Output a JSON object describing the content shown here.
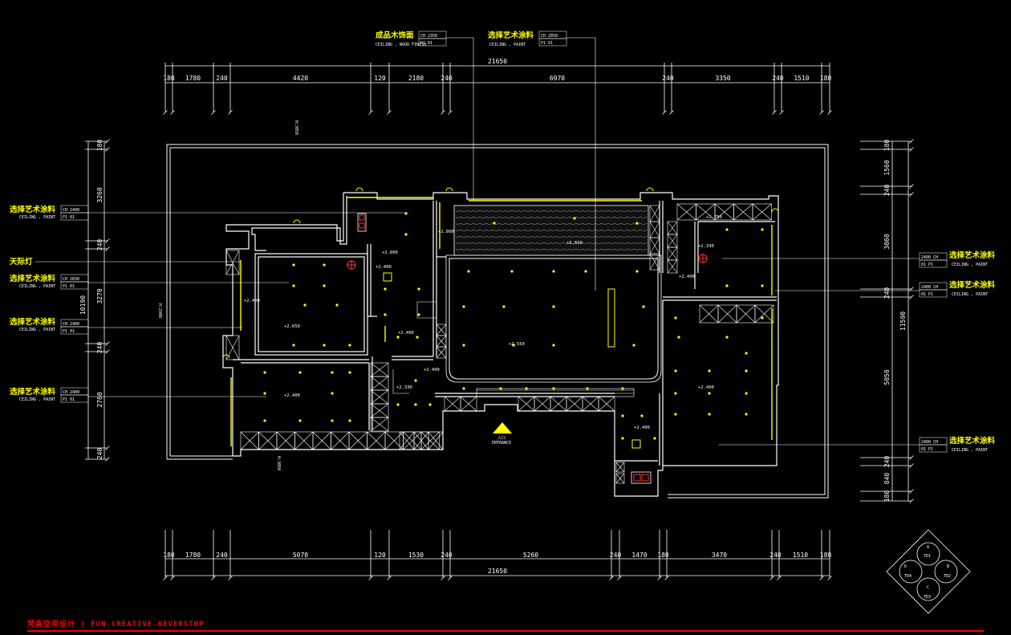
{
  "drawing": {
    "colors": {
      "background": "#000000",
      "wall": "#ffffff",
      "accent": "#ffff00",
      "leader": "#ffffff",
      "brand": "#ff0000",
      "marker": "#ff3030"
    },
    "top_dims": [
      "180",
      "1780",
      "240",
      "4420",
      "120",
      "2180",
      "240",
      "6970",
      "240",
      "3350",
      "240",
      "1510",
      "180"
    ],
    "top_total": "21650",
    "bottom_dims": [
      "180",
      "1780",
      "240",
      "5070",
      "120",
      "1530",
      "240",
      "5260",
      "240",
      "1470",
      "180",
      "3470",
      "240",
      "1510",
      "180"
    ],
    "bottom_total": "21650",
    "left_dims": [
      "180",
      "3260",
      "240",
      "3270",
      "240",
      "2760",
      "240"
    ],
    "left_total": "10190",
    "right_dims": [
      "180",
      "1560",
      "240",
      "3060",
      "240",
      "5050",
      "240",
      "840",
      "180"
    ],
    "right_total": "11590",
    "labels": {
      "top1": "成品木饰面",
      "top1_code": "CH 2350",
      "top1_sub": "CEILING , WOOD FINISH",
      "top1_ref": "P1 01",
      "top2": "选择艺术涂料",
      "top2_code": "CH 2850",
      "top2_sub": "CEILING , PAINT",
      "top2_ref": "P1 01",
      "left1": "选择艺术涂料",
      "left1_code": "CH 2400",
      "left_skylight": "天际灯",
      "left2": "选择艺术涂料",
      "left2_code": "CH 2830",
      "left3": "选择艺术涂料",
      "left3_code": "CH 2400",
      "left4": "选择艺术涂料",
      "left4_code": "CH 2400",
      "right1": "选择艺术涂料",
      "right1_code": "2400 CH",
      "right2": "选择艺术涂料",
      "right2_code": "2400 CH",
      "right3": "选择艺术涂料",
      "right3_code": "2400 CH",
      "sub": "CEILING , PAINT",
      "ref": "P1 01",
      "ref_r": "01 P1"
    },
    "ceiling_heights": [
      "+2.650",
      "+2.800",
      "+2.800",
      "+2.400",
      "+2.550",
      "+2.750",
      "+2.330",
      "+2.400",
      "+2.400",
      "+2.550",
      "+2.400",
      "+2.400",
      "+2.330",
      "+2.400",
      "+2.400",
      "+2.400"
    ],
    "vertical_notes": {
      "left": "H:2900",
      "top": "H:3050",
      "bottom": "H:3050"
    },
    "entrance_label": "入口",
    "entrance_sub": "ENTRANCE",
    "compass": {
      "a": "A",
      "b": "B",
      "c": "C",
      "d": "D",
      "t1": "TD1",
      "t2": "TD2",
      "t3": "TD3",
      "t4": "TD4"
    },
    "footer": "梵高空间设计 | FUN.CREATIVE.NEVERSTOP"
  }
}
